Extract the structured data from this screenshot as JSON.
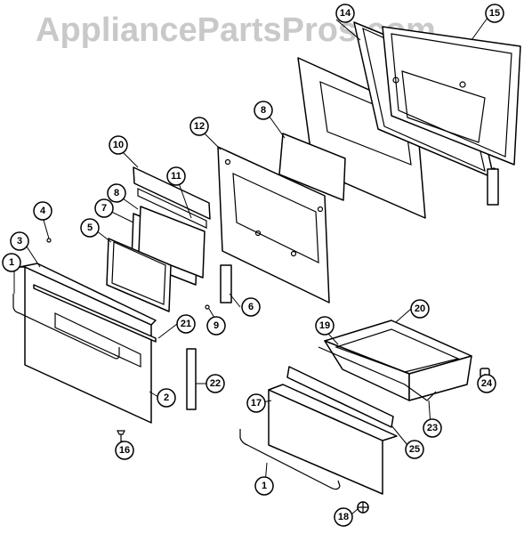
{
  "watermark": "AppliancePartsPros.com",
  "callouts": [
    "1",
    "2",
    "3",
    "4",
    "5",
    "6",
    "7",
    "8",
    "9",
    "10",
    "11",
    "12",
    "14",
    "15",
    "16",
    "17",
    "18",
    "19",
    "20",
    "21",
    "22",
    "23",
    "24",
    "25"
  ],
  "colors": {
    "line": "#000000",
    "background": "#ffffff",
    "watermark": "#c9c9c9"
  }
}
